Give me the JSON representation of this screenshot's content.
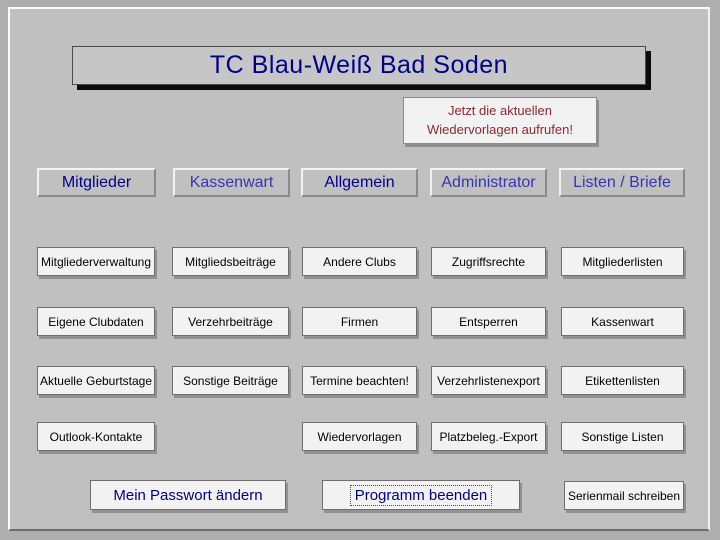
{
  "window": {
    "title_banner": "TC Blau-Weiß Bad Soden"
  },
  "reminder_button": {
    "line1": "Jetzt die aktuellen",
    "line2": "Wiedervorlagen aufrufen!"
  },
  "category_headers": [
    {
      "label": "Mitglieder"
    },
    {
      "label": "Kassenwart"
    },
    {
      "label": "Allgemein"
    },
    {
      "label": "Administrator"
    },
    {
      "label": "Listen / Briefe"
    }
  ],
  "grid_buttons": {
    "row1": [
      "Mitgliederverwaltung",
      "Mitgliedsbeiträge",
      "Andere Clubs",
      "Zugriffsrechte",
      "Mitgliederlisten"
    ],
    "row2": [
      "Eigene Clubdaten",
      "Verzehrbeiträge",
      "Firmen",
      "Entsperren",
      "Kassenwart"
    ],
    "row3": [
      "Aktuelle Geburtstage",
      "Sonstige Beiträge",
      "Termine beachten!",
      "Verzehrlistenexport",
      "Etikettenlisten"
    ],
    "row4": [
      "Outlook-Kontakte",
      "Wiedervorlagen",
      "Platzbeleg.-Export",
      "Sonstige Listen"
    ]
  },
  "footer_buttons": {
    "change_password": "Mein Passwort ändern",
    "exit_program": "Programm beenden",
    "serial_mail": "Serienmail schreiben"
  },
  "colors": {
    "header_dark_blue": "#00008b",
    "header_light_blue": "#3636b0",
    "reminder_red": "#8b2833",
    "panel_gray": "#c0c0c0",
    "button_face": "#f2f2f2"
  }
}
